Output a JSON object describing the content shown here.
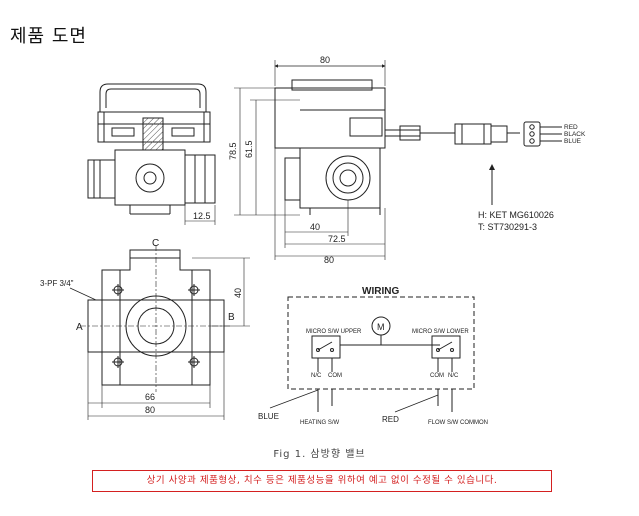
{
  "title": "제품 도면",
  "caption": "Fig 1. 삼방향 밸브",
  "notice": "상기 사양과 제품형상, 치수 등은 제품성능을 위하여 예고 없이 수정될 수 있습니다.",
  "dims": {
    "width_80_top": "80",
    "height_78_5": "78.5",
    "height_61_5": "61.5",
    "d_12_5": "12.5",
    "d_40": "40",
    "d_72_5": "72.5",
    "d_80_bottom": "80",
    "d_40_right": "40",
    "d_66": "66",
    "d_80_plan": "80"
  },
  "labels": {
    "port_c": "C",
    "port_a": "A",
    "port_b": "B",
    "thread": "3-PF 3/4\"",
    "connector_h": "H: KET MG610026",
    "connector_t": "T: ST730291-3",
    "wire_red": "RED",
    "wire_black": "BLACK",
    "wire_blue": "BLUE"
  },
  "wiring": {
    "title": "WIRING",
    "motor": "M",
    "upper": "MICRO S/W UPPER",
    "lower": "MICRO S/W LOWER",
    "nc_left": "N/C",
    "com_left": "COM",
    "com_right": "COM",
    "nc_right": "N/C",
    "blue": "BLUE",
    "red": "RED",
    "heating": "HEATING S/W",
    "flow": "FLOW S/W COMMON"
  }
}
